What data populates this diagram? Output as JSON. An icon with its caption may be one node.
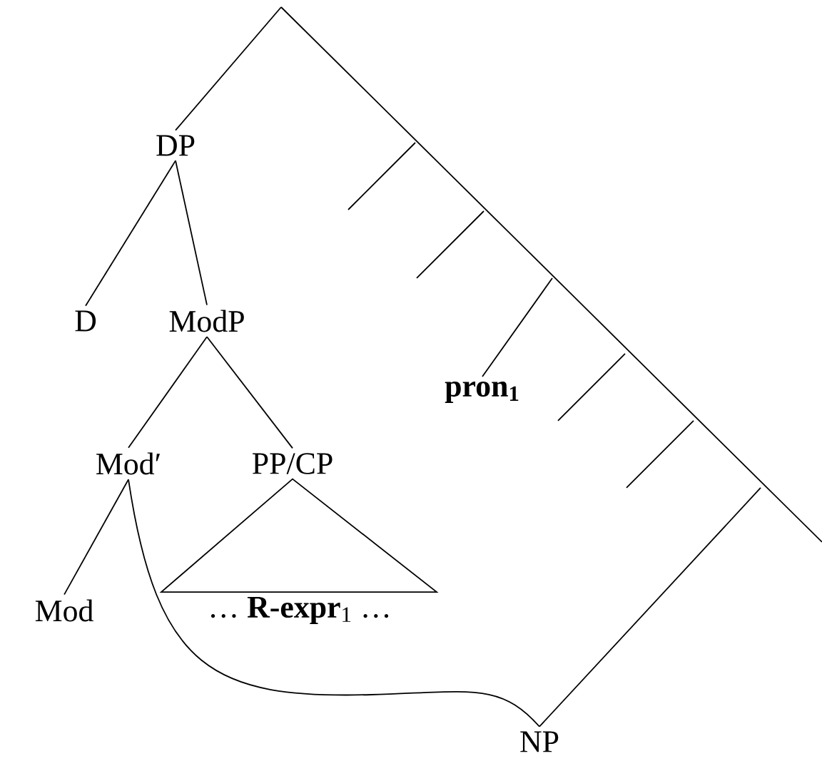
{
  "diagram": {
    "nodes": [
      {
        "text": [
          "DP"
        ]
      },
      {
        "text": [
          "D"
        ]
      },
      {
        "text": [
          "ModP"
        ]
      },
      {
        "text": [
          "Mod′"
        ]
      },
      {
        "text": [
          "PP/CP"
        ]
      },
      {
        "text": [
          "Mod"
        ]
      },
      {
        "text": [
          "… **R-expr**$_{1}$ …"
        ]
      },
      {
        "text": [
          "pron$_{1}$"
        ]
      },
      {
        "text": [
          "NP"
        ]
      }
    ],
    "edges": [
      {
        "from": null,
        "to": 0,
        "arrow": "none"
      },
      {
        "from": 0,
        "to": 1,
        "arrow": "none"
      },
      {
        "from": 0,
        "to": 2,
        "arrow": "none"
      },
      {
        "from": 2,
        "to": 3,
        "arrow": "none"
      },
      {
        "from": 2,
        "to": 4,
        "arrow": "none"
      },
      {
        "from": 3,
        "to": 5,
        "arrow": "none"
      },
      {
        "from": 4,
        "to": 6,
        "arrow": "none"
      },
      {
        "from": 3,
        "to": 8,
        "arrow": "none"
      },
      {
        "from": null,
        "to": 7,
        "arrow": "none"
      },
      {
        "from": null,
        "to": 8,
        "arrow": "none"
      }
    ]
  }
}
